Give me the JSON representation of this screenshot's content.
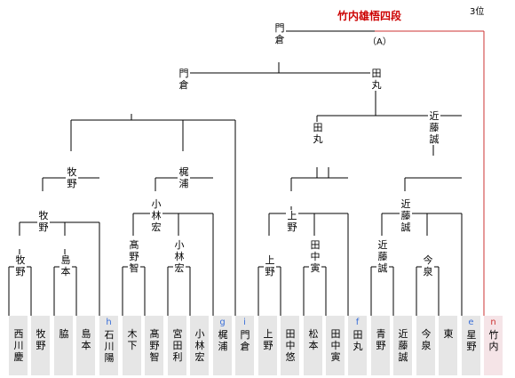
{
  "header": {
    "winner": "竹内雄悟四段",
    "winner_note": "（A）",
    "rank_label": "3位"
  },
  "colors": {
    "line": "#000000",
    "champion_line": "#cc3333",
    "cell_bg": "#e6e6e6",
    "champion_cell_bg": "#f5e4e7",
    "seed_text": "#3a6fd8",
    "winner_text": "#cc0000"
  },
  "players": [
    {
      "name": "西川慶",
      "seed": ""
    },
    {
      "name": "牧野",
      "seed": ""
    },
    {
      "name": "脇",
      "seed": ""
    },
    {
      "name": "島本",
      "seed": ""
    },
    {
      "name": "石川陽",
      "seed": "h"
    },
    {
      "name": "木下",
      "seed": ""
    },
    {
      "name": "髙野智",
      "seed": ""
    },
    {
      "name": "宮田利",
      "seed": ""
    },
    {
      "name": "小林宏",
      "seed": ""
    },
    {
      "name": "梶浦",
      "seed": "g"
    },
    {
      "name": "門倉",
      "seed": "i"
    },
    {
      "name": "上野",
      "seed": ""
    },
    {
      "name": "田中悠",
      "seed": ""
    },
    {
      "name": "松本",
      "seed": ""
    },
    {
      "name": "田中寅",
      "seed": ""
    },
    {
      "name": "田丸",
      "seed": "f"
    },
    {
      "name": "青野",
      "seed": ""
    },
    {
      "name": "近藤誠",
      "seed": ""
    },
    {
      "name": "今泉",
      "seed": ""
    },
    {
      "name": "東",
      "seed": ""
    },
    {
      "name": "星野",
      "seed": "e"
    },
    {
      "name": "竹内",
      "seed": "n"
    }
  ],
  "matches": [
    {
      "name": "牧野"
    },
    {
      "name": "島本"
    },
    {
      "name": "髙野智"
    },
    {
      "name": "小林宏"
    },
    {
      "name": "上野"
    },
    {
      "name": "田中寅"
    },
    {
      "name": "近藤誠"
    },
    {
      "name": "今泉"
    },
    {
      "name": "牧野"
    },
    {
      "name": "小林宏"
    },
    {
      "name": "上野"
    },
    {
      "name": "近藤誠"
    },
    {
      "name": "牧野"
    },
    {
      "name": "梶浦"
    },
    {
      "name": "田丸"
    },
    {
      "name": "近藤誠"
    },
    {
      "name": "門倉"
    },
    {
      "name": "田丸"
    },
    {
      "name": "門倉"
    }
  ]
}
